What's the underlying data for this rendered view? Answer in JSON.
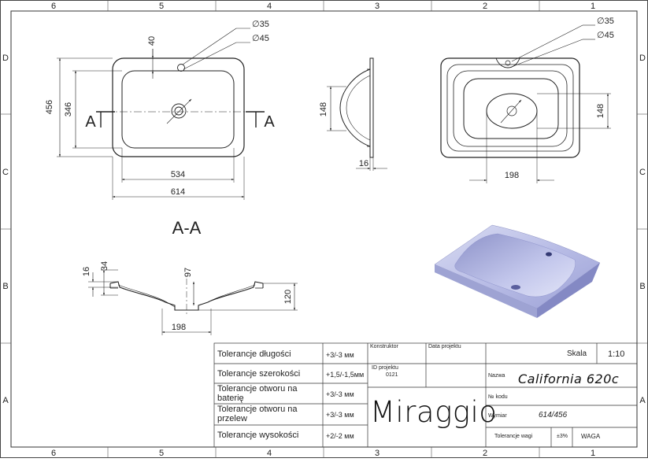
{
  "frame": {
    "columns": [
      "6",
      "5",
      "4",
      "3",
      "2",
      "1"
    ],
    "rows": [
      "D",
      "C",
      "B",
      "A"
    ]
  },
  "top_view": {
    "dim_hole_small": "∅35",
    "dim_hole_large": "∅45",
    "dim_tap_offset": "40",
    "dim_outer_height": "456",
    "dim_inner_height": "346",
    "dim_inner_width": "534",
    "dim_outer_width": "614",
    "section_marker": "A"
  },
  "side_view": {
    "dim_depth": "148",
    "dim_rim": "16"
  },
  "bottom_view": {
    "dim_hole_small": "∅35",
    "dim_hole_large": "∅45",
    "dim_drain_depth": "148",
    "dim_drain_width": "198"
  },
  "section": {
    "title": "A-A",
    "dim_rim_thickness": "16",
    "dim_edge": "34",
    "dim_bowl": "97",
    "dim_height": "120",
    "dim_drain": "198"
  },
  "title_block": {
    "rows": [
      {
        "label": "Tolerancje długości",
        "value": "+3/-3 мм"
      },
      {
        "label": "Tolerancje szerokości",
        "value": "+1,5/-1,5мм"
      },
      {
        "label": "Tolerancje otworu na baterię",
        "value": "+3/-3 мм"
      },
      {
        "label": "Tolerancje otworu na przelew",
        "value": "+3/-3 мм"
      },
      {
        "label": "Tolerancje wysokości",
        "value": "+2/-2 мм"
      }
    ],
    "constructor_label": "Konstruktor",
    "date_label": "Data projektu",
    "project_id_label": "ID projektu",
    "project_id_value": "0121",
    "brand": "Miraggio",
    "scale_label": "Skala",
    "scale_value": "1:10",
    "name_label": "Nazwa",
    "name_value": "California 620c",
    "code_label": "№ kodu",
    "dimensions_label": "Wymiar",
    "dimensions_value": "614/456",
    "weight_tol_label": "Tolerancje wagi",
    "weight_tol_value": "±3%",
    "weight_label": "WAGA"
  }
}
